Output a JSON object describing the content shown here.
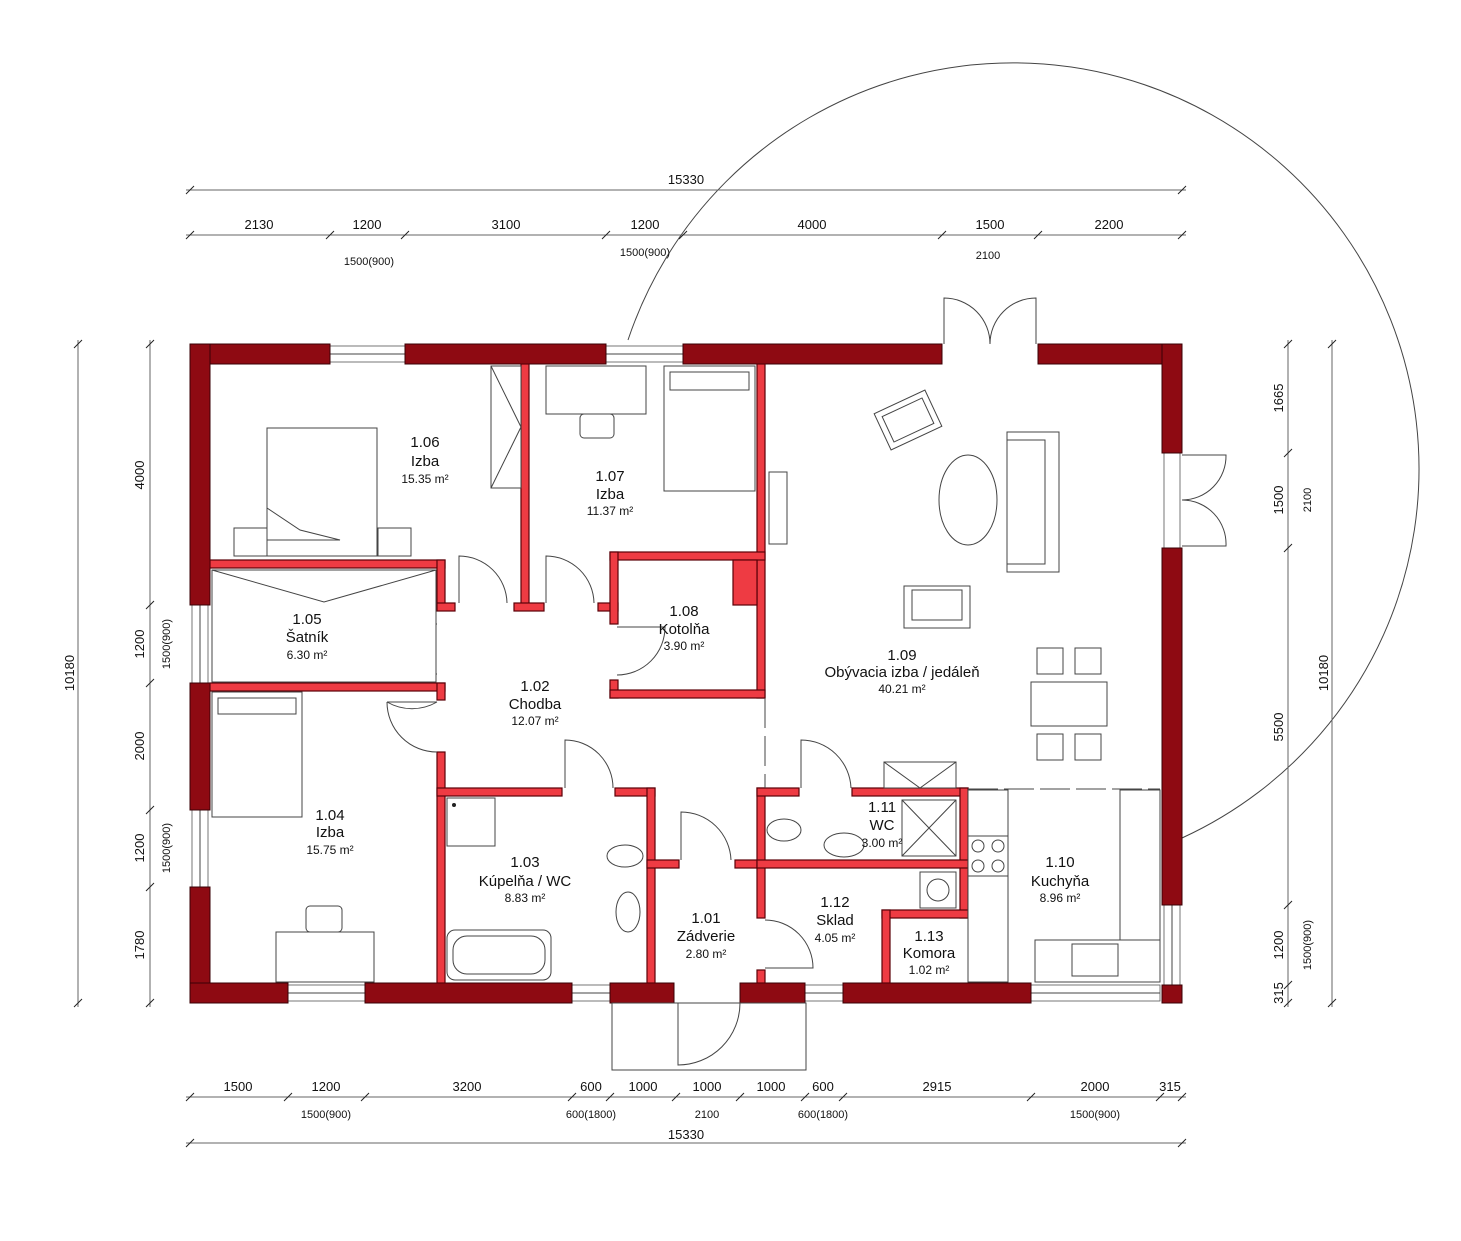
{
  "dimensions": {
    "top_total": "15330",
    "top": [
      "2130",
      "1200",
      "3100",
      "1200",
      "4000",
      "1500",
      "2200"
    ],
    "top_sub": [
      "1500(900)",
      "1500(900)",
      "2100"
    ],
    "bottom": [
      "1500",
      "1200",
      "3200",
      "600",
      "1000",
      "1000",
      "1000",
      "600",
      "2915",
      "2000",
      "315"
    ],
    "bottom_sub": [
      "1500(900)",
      "600(1800)",
      "2100",
      "600(1800)",
      "1500(900)"
    ],
    "bottom_total": "15330",
    "left": [
      "4000",
      "1200",
      "2000",
      "1200",
      "1780"
    ],
    "left_sub": [
      "1500(900)",
      "1500(900)"
    ],
    "left_total": "10180",
    "right": [
      "1665",
      "1500",
      "5500",
      "1200",
      "315"
    ],
    "right_sub": [
      "2100",
      "1500(900)"
    ],
    "right_total": "10180"
  },
  "rooms": [
    {
      "number": "1.06",
      "name": "Izba",
      "area": "15.35 m²"
    },
    {
      "number": "1.07",
      "name": "Izba",
      "area": "11.37 m²"
    },
    {
      "number": "1.05",
      "name": "Šatník",
      "area": "6.30 m²"
    },
    {
      "number": "1.08",
      "name": "Kotolňa",
      "area": "3.90 m²"
    },
    {
      "number": "1.02",
      "name": "Chodba",
      "area": "12.07 m²"
    },
    {
      "number": "1.09",
      "name": "Obývacia izba / jedáleň",
      "area": "40.21 m²"
    },
    {
      "number": "1.04",
      "name": "Izba",
      "area": "15.75 m²"
    },
    {
      "number": "1.03",
      "name": "Kúpelňa / WC",
      "area": "8.83 m²"
    },
    {
      "number": "1.11",
      "name": "WC",
      "area": "3.00 m²"
    },
    {
      "number": "1.10",
      "name": "Kuchyňa",
      "area": "8.96 m²"
    },
    {
      "number": "1.01",
      "name": "Zádverie",
      "area": "2.80 m²"
    },
    {
      "number": "1.12",
      "name": "Sklad",
      "area": "4.05 m²"
    },
    {
      "number": "1.13",
      "name": "Komora",
      "area": "1.02 m²"
    }
  ],
  "colors": {
    "exterior_wall": "#8e0a12",
    "interior_wall": "#ee3b43"
  }
}
